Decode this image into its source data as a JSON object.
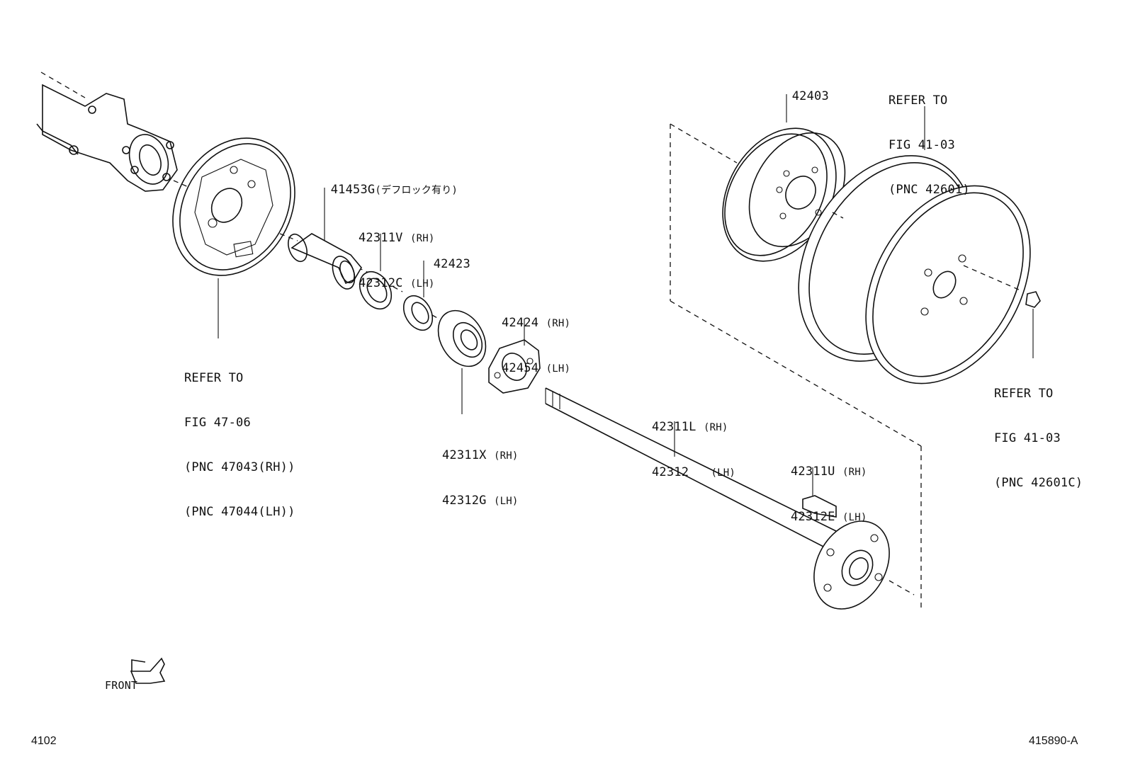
{
  "parts": {
    "brake_plate_ref": [
      "REFER TO",
      "FIG 47-06",
      "(PNC 47043(RH))",
      "(PNC 47044(LH))"
    ],
    "p41453g": {
      "num": "41453G",
      "note": "(デフロック有り)"
    },
    "p42311v": {
      "num": "42311V",
      "side": "(RH)"
    },
    "p42312c": {
      "num": "42312C",
      "side": "(LH)"
    },
    "p42423": {
      "num": "42423"
    },
    "p42424": {
      "num": "42424",
      "side": "(RH)"
    },
    "p42454": {
      "num": "42454",
      "side": "(LH)"
    },
    "p42311x": {
      "num": "42311X",
      "side": "(RH)"
    },
    "p42312g": {
      "num": "42312G",
      "side": "(LH)"
    },
    "p42311l": {
      "num": "42311L",
      "side": "(RH)"
    },
    "p42312": {
      "num": "42312",
      "side": "(LH)"
    },
    "p42311u": {
      "num": "42311U",
      "side": "(RH)"
    },
    "p42312e": {
      "num": "42312E",
      "side": "(LH)"
    },
    "p42403": {
      "num": "42403"
    },
    "wheel_ref": [
      "REFER TO",
      "FIG 41-03",
      "(PNC 42601)"
    ],
    "nut_ref": [
      "REFER TO",
      "FIG 41-03",
      "(PNC 42601C)"
    ]
  },
  "front_label": "FRONT",
  "footer": {
    "left": "4102",
    "right": "415890-A"
  },
  "colors": {
    "ink": "#111111",
    "paper": "#ffffff"
  }
}
